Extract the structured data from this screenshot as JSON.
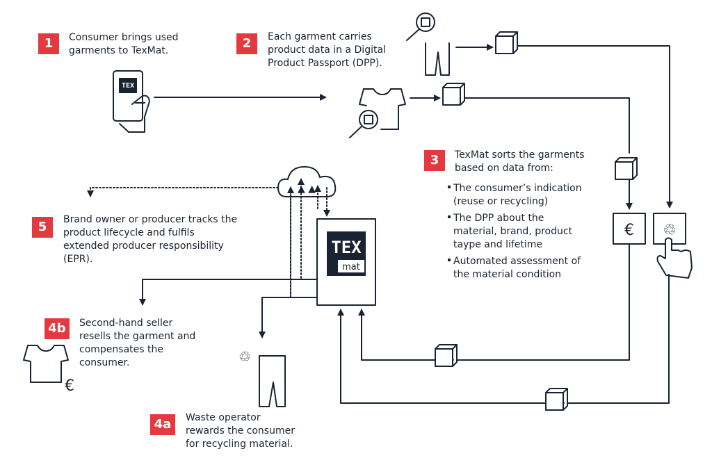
{
  "steps": {
    "s1": {
      "num": "1",
      "text_l1": "Consumer brings used",
      "text_l2": "garments to TexMat."
    },
    "s2": {
      "num": "2",
      "text_l1": "Each garment carries",
      "text_l2": "product data in a Digital",
      "text_l3": "Product Passport (DPP)."
    },
    "s3": {
      "num": "3",
      "text_l1": "TexMat sorts the garments",
      "text_l2": "based on data from:",
      "b1_l1": "The consumer’s indication",
      "b1_l2": "(reuse or recycling)",
      "b2_l1": "The DPP about the",
      "b2_l2": "material, brand, product",
      "b2_l3": "taype and lifetime",
      "b3_l1": "Automated assessment of",
      "b3_l2": "the material condition"
    },
    "s5": {
      "num": "5",
      "text_l1": "Brand owner or producer tracks the",
      "text_l2": "product lifecycle and fulfils",
      "text_l3": "extended producer responsibility",
      "text_l4": "(EPR)."
    },
    "s4b": {
      "num": "4b",
      "text_l1": "Second-hand seller",
      "text_l2": "resells the garment and",
      "text_l3": "compensates the",
      "text_l4": "consumer."
    },
    "s4a": {
      "num": "4a",
      "text_l1": "Waste operator",
      "text_l2": "rewards the consumer",
      "text_l3": "for recycling material."
    }
  },
  "logo": {
    "top": "TEX",
    "bottom": "mat"
  },
  "symbols": {
    "euro": "€",
    "recycle": "♲"
  },
  "colors": {
    "accent": "#e4393f",
    "ink": "#1a2332"
  }
}
